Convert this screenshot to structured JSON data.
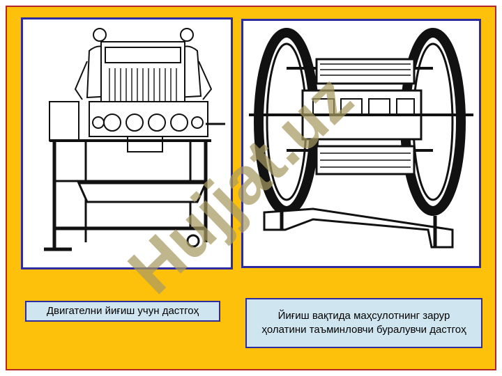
{
  "colors": {
    "background": "#fec10b",
    "frame_border": "#b3262b",
    "picture_border": "#2d2ba0",
    "caption_fill": "#cfe6f1",
    "watermark": "#a89a62"
  },
  "left_figure": {
    "image": "engine-assembly-stand-drawing",
    "caption": "Двигателни йиғиш учун дастгоҳ"
  },
  "right_figure": {
    "image": "rotating-assembly-stand-drawing",
    "caption": "Йиғиш вақтида маҳсулотнинг зарур ҳолатини таъминловчи буралувчи дастгоҳ"
  },
  "watermark": {
    "text": "Hujjat.uz"
  }
}
